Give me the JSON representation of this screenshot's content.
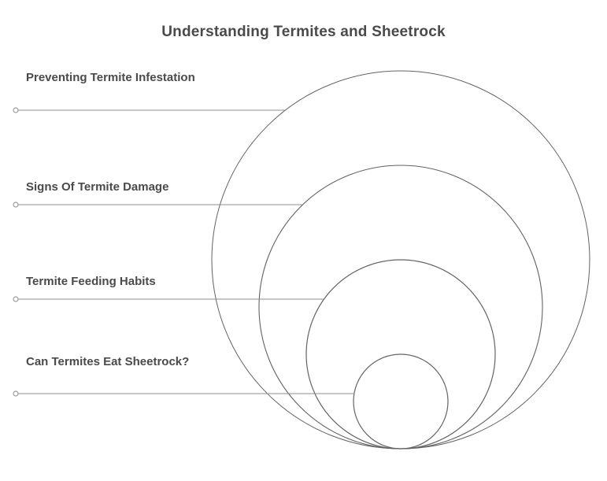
{
  "title": "Understanding Termites and Sheetrock",
  "items": [
    {
      "label": "Preventing Termite Infestation"
    },
    {
      "label": "Signs Of Termite Damage"
    },
    {
      "label": "Termite Feeding Habits"
    },
    {
      "label": "Can Termites Eat Sheetrock?"
    }
  ],
  "colors": {
    "background": "#ffffff",
    "text": "#4a4a4a",
    "circle_stroke": "#636363",
    "connector_line": "#8c8c8c",
    "marker_stroke": "#9a9a9a"
  }
}
